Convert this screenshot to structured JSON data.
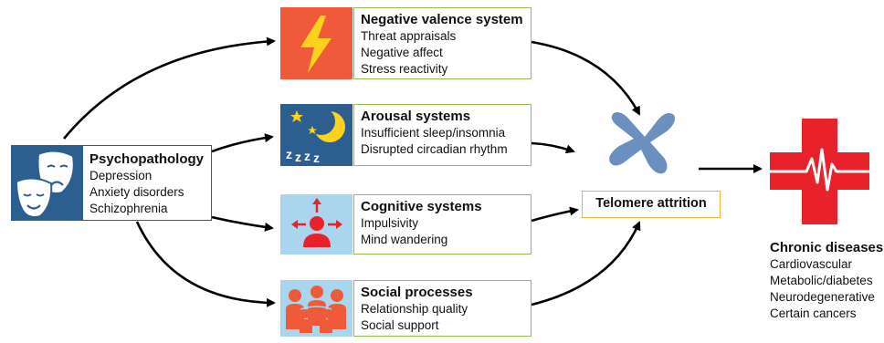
{
  "psychopathology": {
    "title": "Psychopathology",
    "items": [
      "Depression",
      "Anxiety disorders",
      "Schizophrenia"
    ],
    "icon": "theater-masks-icon"
  },
  "systems": [
    {
      "title": "Negative valence system",
      "items": [
        "Threat appraisals",
        "Negative affect",
        "Stress reactivity"
      ],
      "icon": "lightning-bolt-icon",
      "icon_bg": "#ef5a3a"
    },
    {
      "title": "Arousal systems",
      "items": [
        "Insufficient sleep/insomnia",
        "Disrupted circadian rhythm"
      ],
      "icon": "moon-stars-sleep-icon",
      "icon_bg": "#2c5f8f"
    },
    {
      "title": "Cognitive systems",
      "items": [
        "Impulsivity",
        "Mind wandering"
      ],
      "icon": "person-arrows-icon",
      "icon_bg": "#a9d5ef"
    },
    {
      "title": "Social processes",
      "items": [
        "Relationship quality",
        "Social support"
      ],
      "icon": "people-group-icon",
      "icon_bg": "#a9d5ef"
    }
  ],
  "telomere": {
    "label": "Telomere attrition",
    "icon": "chromosome-icon"
  },
  "chronic": {
    "title": "Chronic diseases",
    "items": [
      "Cardiovascular",
      "Metabolic/diabetes",
      "Neurodegenerative",
      "Certain cancers"
    ],
    "icon": "medical-cross-heartbeat-icon"
  },
  "colors": {
    "system_border": "#8bc34a",
    "psy_border": "#2c5f8f",
    "telomere_border": "#f2b233",
    "cross_red": "#e8212a",
    "chromosome_blue": "#6b8fbf",
    "arrow": "#000000"
  }
}
